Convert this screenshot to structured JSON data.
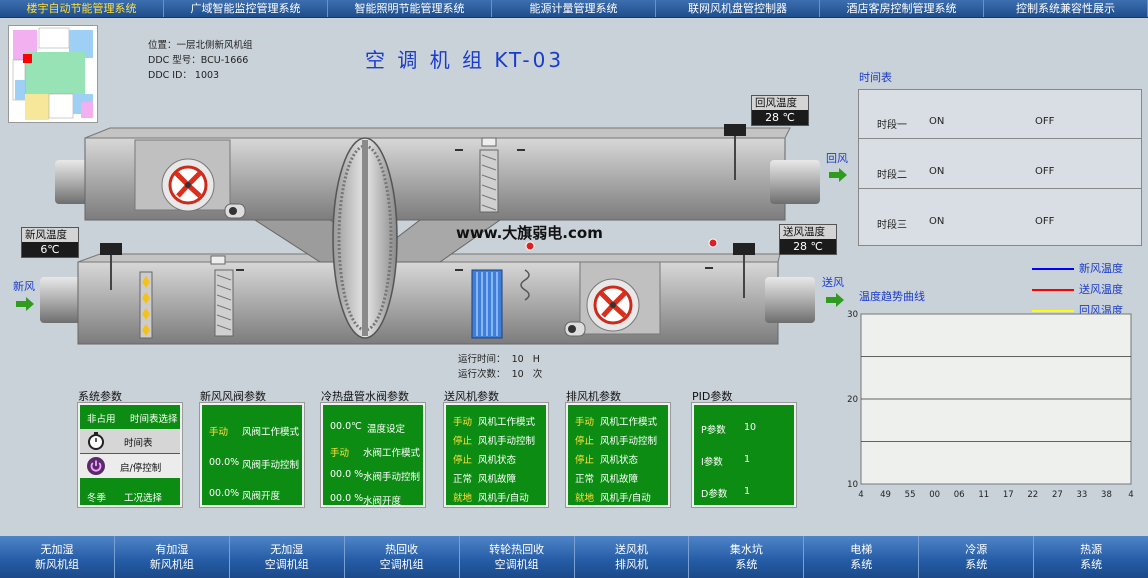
{
  "top_nav": [
    "楼宇自动节能管理系统",
    "广域智能监控管理系统",
    "智能照明节能管理系统",
    "能源计量管理系统",
    "联网风机盘管控制器",
    "酒店客房控制管理系统",
    "控制系统兼容性展示"
  ],
  "info": {
    "location": "位置：一层北侧新风机组",
    "ddc_model": "DDC 型号：BCU-1666",
    "ddc_id": "DDC ID：  1003"
  },
  "title": "空 调 机 组 KT-03",
  "readouts": {
    "return_temp_label": "回风温度",
    "return_temp_value": "28 ℃",
    "fresh_temp_label": "新风温度",
    "fresh_temp_value": "6℃",
    "supply_temp_label": "送风温度",
    "supply_temp_value": "28 ℃"
  },
  "labels": {
    "return_air": "回风",
    "fresh_air": "新风",
    "supply_air": "送风"
  },
  "watermark": "www.大旗弱电.com",
  "run": {
    "time_label": "运行时间：",
    "time_value": "10",
    "time_unit": "H",
    "count_label": "运行次数：",
    "count_value": "10",
    "count_unit": "次"
  },
  "schedule": {
    "title": "时间表",
    "rows": [
      {
        "name": "时段一",
        "on": "ON",
        "off": "OFF"
      },
      {
        "name": "时段二",
        "on": "ON",
        "off": "OFF"
      },
      {
        "name": "时段三",
        "on": "ON",
        "off": "OFF"
      }
    ]
  },
  "trend": {
    "title": "温度趋势曲线"
  },
  "legend": [
    {
      "name": "新风温度",
      "color": "#0000ff"
    },
    {
      "name": "送风温度",
      "color": "#ff0000"
    },
    {
      "name": "回风温度",
      "color": "#ffff00"
    }
  ],
  "chart_data": {
    "type": "line",
    "x": [
      "4",
      "49",
      "55",
      "00",
      "06",
      "11",
      "17",
      "22",
      "27",
      "33",
      "38",
      "4"
    ],
    "ylim": [
      10,
      30
    ],
    "yticks": [
      10,
      20,
      30
    ],
    "grid": true,
    "series": [
      {
        "name": "新风温度",
        "values": []
      },
      {
        "name": "送风温度",
        "values": []
      },
      {
        "name": "回风温度",
        "values": []
      }
    ]
  },
  "panels": {
    "system": {
      "title": "系统参数",
      "row1_state": "非占用",
      "row1_text": "时间表选择",
      "row2_text": "时间表",
      "row3_text": "启/停控制",
      "row4_state": "冬季",
      "row4_text": "工况选择"
    },
    "fresh_damper": {
      "title": "新风风阀参数",
      "r1_state": "手动",
      "r1_text": "风阀工作模式",
      "r2_val": "00.0%",
      "r2_text": "风阀手动控制",
      "r3_val": "00.0%",
      "r3_text": "风阀开度"
    },
    "water_valve": {
      "title": "冷热盘管水阀参数",
      "r1_val": "00.0℃",
      "r1_text": "温度设定",
      "r2_state": "手动",
      "r2_text": "水阀工作模式",
      "r3_val": "00.0 %",
      "r3_text": "水阀手动控制",
      "r4_val": "00.0 %",
      "r4_text": "水阀开度"
    },
    "supply_fan": {
      "title": "送风机参数",
      "rows": [
        {
          "state": "手动",
          "text": "风机工作模式"
        },
        {
          "state": "停止",
          "text": "风机手动控制"
        },
        {
          "state": "停止",
          "text": "风机状态"
        },
        {
          "state": "正常",
          "text": "风机故障"
        },
        {
          "state": "就地",
          "text": "风机手/自动"
        }
      ]
    },
    "exhaust_fan": {
      "title": "排风机参数",
      "rows": [
        {
          "state": "手动",
          "text": "风机工作模式"
        },
        {
          "state": "停止",
          "text": "风机手动控制"
        },
        {
          "state": "停止",
          "text": "风机状态"
        },
        {
          "state": "正常",
          "text": "风机故障"
        },
        {
          "state": "就地",
          "text": "风机手/自动"
        }
      ]
    },
    "pid": {
      "title": "PID参数",
      "rows": [
        {
          "name": "P参数",
          "value": "10"
        },
        {
          "name": "I参数",
          "value": "1"
        },
        {
          "name": "D参数",
          "value": "1"
        }
      ]
    }
  },
  "bottom_nav": [
    [
      "无加湿",
      "新风机组"
    ],
    [
      "有加湿",
      "新风机组"
    ],
    [
      "无加湿",
      "空调机组"
    ],
    [
      "热回收",
      "空调机组"
    ],
    [
      "转轮热回收",
      "空调机组"
    ],
    [
      "送风机",
      "排风机"
    ],
    [
      "集水坑",
      "系统"
    ],
    [
      "电梯",
      "系统"
    ],
    [
      "冷源",
      "系统"
    ],
    [
      "热源",
      "系统"
    ]
  ]
}
